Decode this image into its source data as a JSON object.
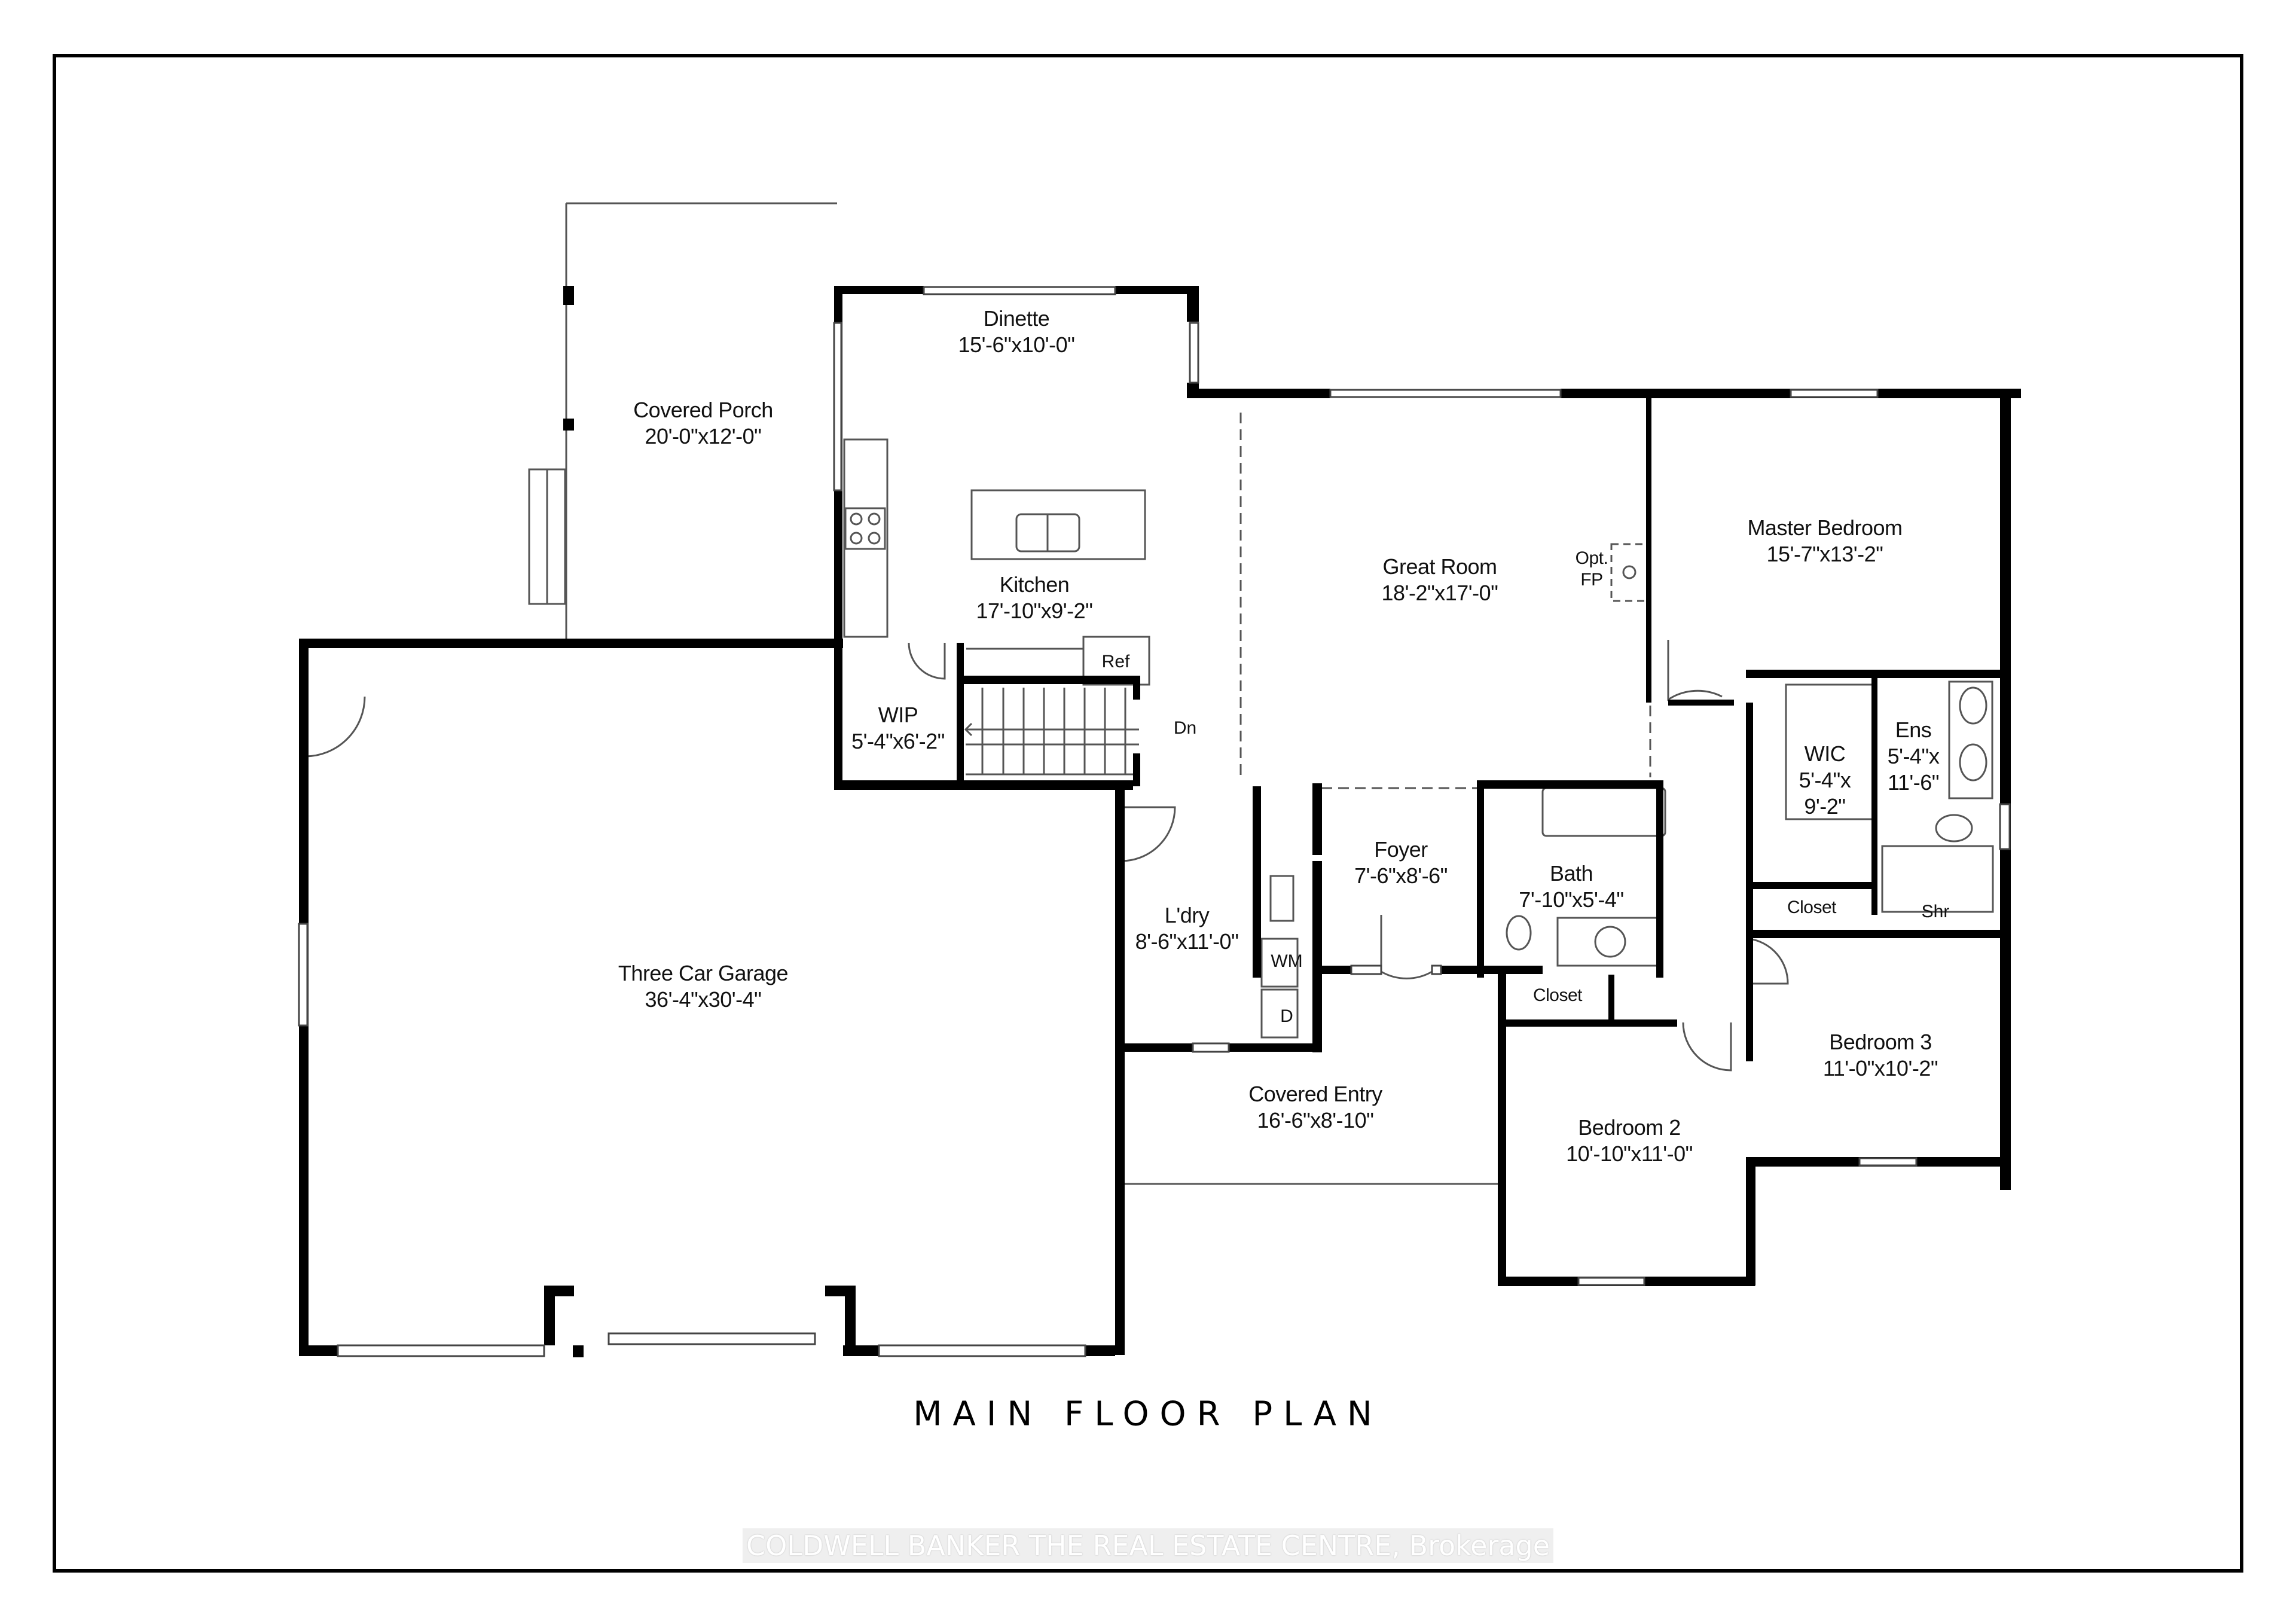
{
  "title": "MAIN FLOOR PLAN",
  "watermark": "COLDWELL BANKER THE REAL ESTATE CENTRE, Brokerage",
  "rooms": {
    "covered_porch": {
      "name": "Covered Porch",
      "size": "20'-0\"x12'-0\""
    },
    "dinette": {
      "name": "Dinette",
      "size": "15'-6\"x10'-0\""
    },
    "kitchen": {
      "name": "Kitchen",
      "size": "17'-10\"x9'-2\""
    },
    "great_room": {
      "name": "Great Room",
      "size": "18'-2\"x17'-0\""
    },
    "master_bedroom": {
      "name": "Master Bedroom",
      "size": "15'-7\"x13'-2\""
    },
    "wip": {
      "name": "WIP",
      "size": "5'-4\"x6'-2\""
    },
    "wic": {
      "name": "WIC",
      "size_line1": "5'-4\"x",
      "size_line2": "9'-2\""
    },
    "ens": {
      "name": "Ens",
      "size_line1": "5'-4\"x",
      "size_line2": "11'-6\""
    },
    "foyer": {
      "name": "Foyer",
      "size": "7'-6\"x8'-6\""
    },
    "bath": {
      "name": "Bath",
      "size": "7'-10\"x5'-4\""
    },
    "laundry": {
      "name": "L'dry",
      "size": "8'-6\"x11'-0\""
    },
    "three_car_garage": {
      "name": "Three Car Garage",
      "size": "36'-4\"x30'-4\""
    },
    "covered_entry": {
      "name": "Covered Entry",
      "size": "16'-6\"x8'-10\""
    },
    "bedroom_2": {
      "name": "Bedroom 2",
      "size": "10'-10\"x11'-0\""
    },
    "bedroom_3": {
      "name": "Bedroom 3",
      "size": "11'-0\"x10'-2\""
    },
    "closet_hall": {
      "name": "Closet"
    },
    "closet_bed3": {
      "name": "Closet"
    }
  },
  "fixtures": {
    "fireplace": {
      "line1": "Opt.",
      "line2": "FP"
    },
    "refrigerator": "Ref",
    "stairs_down": "Dn",
    "washer": "WM",
    "dryer": "D",
    "shower": "Shr"
  },
  "colors": {
    "wall": "#000000",
    "line": "#444444",
    "background": "#ffffff"
  }
}
